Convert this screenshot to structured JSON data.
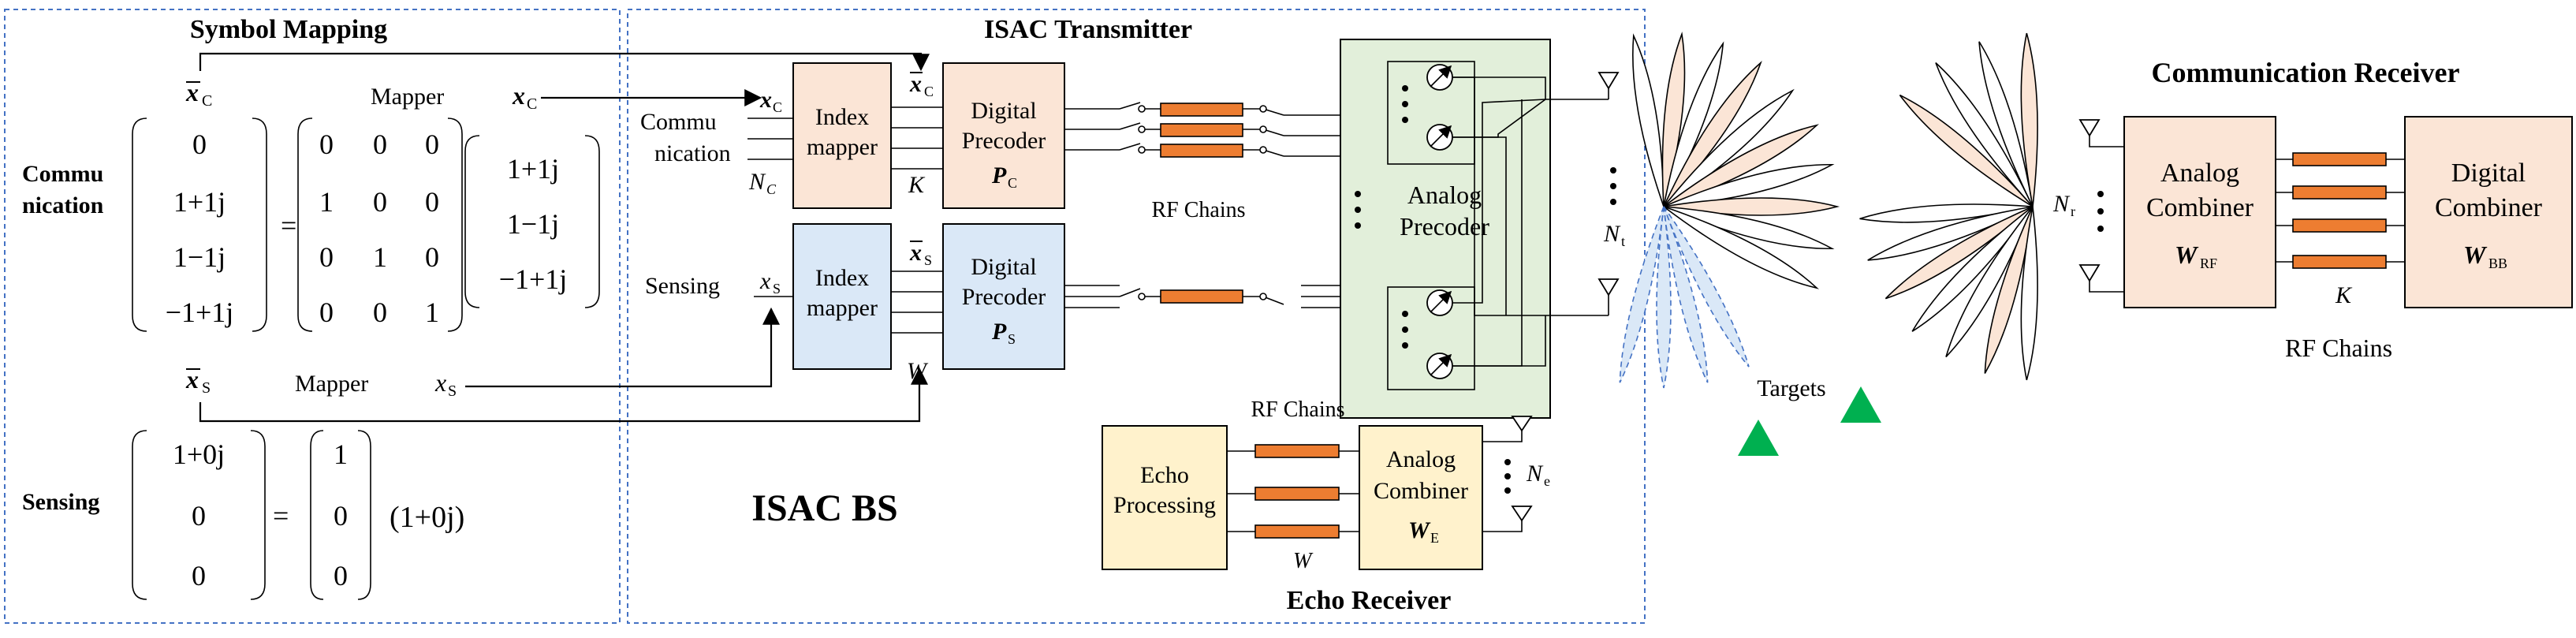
{
  "symbol_mapping": {
    "title": "Symbol Mapping",
    "comm_label_1": "Commu",
    "comm_label_2": "nication",
    "sensing_label": "Sensing",
    "mapper_top": "Mapper",
    "mapper_bottom": "Mapper",
    "xc_bar": "x̄",
    "xc_sub": "C",
    "xc": "x",
    "xs_bar": "x̄",
    "xs_sub": "S",
    "xs": "x",
    "xs_sub2": "S",
    "comm_vec_left": [
      "0",
      "1+1j",
      "1−1j",
      "−1+1j"
    ],
    "comm_matrix": [
      [
        "0",
        "0",
        "0"
      ],
      [
        "1",
        "0",
        "0"
      ],
      [
        "0",
        "1",
        "0"
      ],
      [
        "0",
        "0",
        "1"
      ]
    ],
    "comm_vec_right": [
      "1+1j",
      "1−1j",
      "−1+1j"
    ],
    "sens_vec_left": [
      "1+0j",
      "0",
      "0"
    ],
    "sens_vec_mid": [
      "1",
      "0",
      "0"
    ],
    "sens_scalar": "(1+0j)",
    "equals": "="
  },
  "isac": {
    "transmitter_title": "ISAC Transmitter",
    "bs_title": "ISAC BS",
    "comm_input_1": "Commu",
    "comm_input_2": "nication",
    "sensing_input": "Sensing",
    "index_mapper": [
      "Index",
      "mapper"
    ],
    "digital_precoder": [
      "Digital",
      "Precoder"
    ],
    "pc": "P",
    "pc_sub": "C",
    "ps": "P",
    "ps_sub": "S",
    "nc": "N",
    "nc_sub": "C",
    "k": "K",
    "w": "W",
    "rf_chains": "RF Chains",
    "analog_precoder": [
      "Analog",
      "Precoder"
    ],
    "nt": "N",
    "nt_sub": "t",
    "echo_processing": [
      "Echo",
      "Processing"
    ],
    "rf_chains_echo": "RF Chains",
    "analog_combiner_echo": [
      "Analog",
      "Combiner"
    ],
    "we": "W",
    "we_sub": "E",
    "ne": "N",
    "ne_sub": "e",
    "w_echo": "W",
    "echo_receiver_title": "Echo Receiver"
  },
  "channel": {
    "targets_label": "Targets"
  },
  "receiver": {
    "title": "Communication Receiver",
    "nr": "N",
    "nr_sub": "r",
    "analog_combiner": [
      "Analog",
      "Combiner"
    ],
    "wrf": "W",
    "wrf_sub": "RF",
    "digital_combiner": [
      "Digital",
      "Combiner"
    ],
    "wbb": "W",
    "wbb_sub": "BB",
    "k": "K",
    "rf_chains": "RF Chains"
  },
  "colors": {
    "index_mapper_comm": "#fbe5d6",
    "index_mapper_sens": "#dae8f7",
    "analog_precoder_bg": "#e2efda",
    "echo_block": "#fff2cc",
    "rf_chain": "#ed7d31",
    "target": "#00b050",
    "frame": "#4472c4",
    "lobe_comm": "#fbe5d6",
    "lobe_sens": "#dae8f7"
  }
}
